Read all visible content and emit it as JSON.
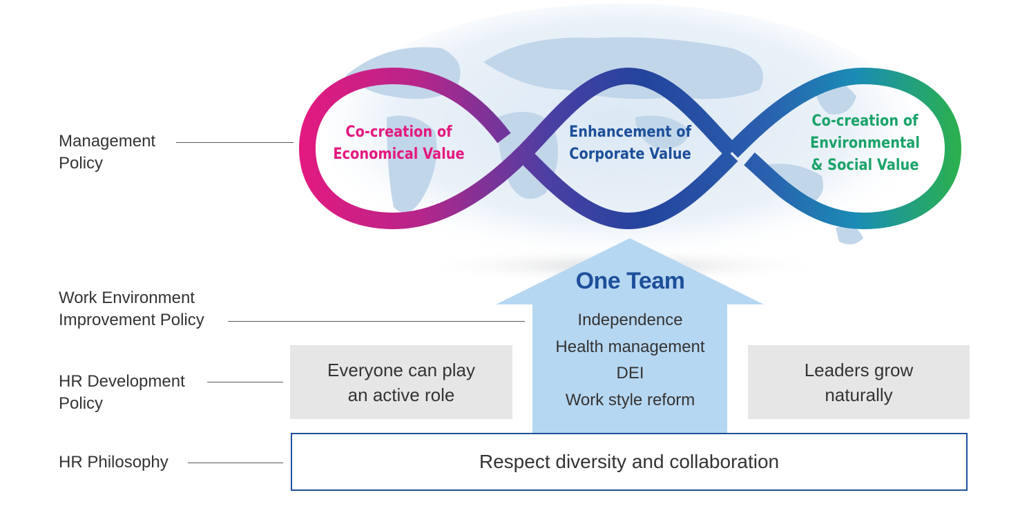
{
  "left_labels": {
    "management": "Management\nPolicy",
    "work_env": "Work Environment\nImprovement Policy",
    "hr_dev": "HR Development\nPolicy",
    "hr_philosophy": "HR Philosophy"
  },
  "loops": {
    "left": "Co-creation of\nEconomical Value",
    "middle": "Enhancement of\nCorporate Value",
    "right": "Co-creation of\nEnvironmental\n& Social Value"
  },
  "arrow": {
    "title": "One Team",
    "items": [
      "Independence",
      "Health management",
      "DEI",
      "Work style reform"
    ]
  },
  "side_boxes": {
    "left": "Everyone can play\nan active role",
    "right": "Leaders grow\nnaturally"
  },
  "base": "Respect diversity and collaboration",
  "colors": {
    "magenta": "#e4197f",
    "navy": "#1d4f9a",
    "green": "#1aa36a",
    "arrow_fill": "#b6d7f2"
  }
}
